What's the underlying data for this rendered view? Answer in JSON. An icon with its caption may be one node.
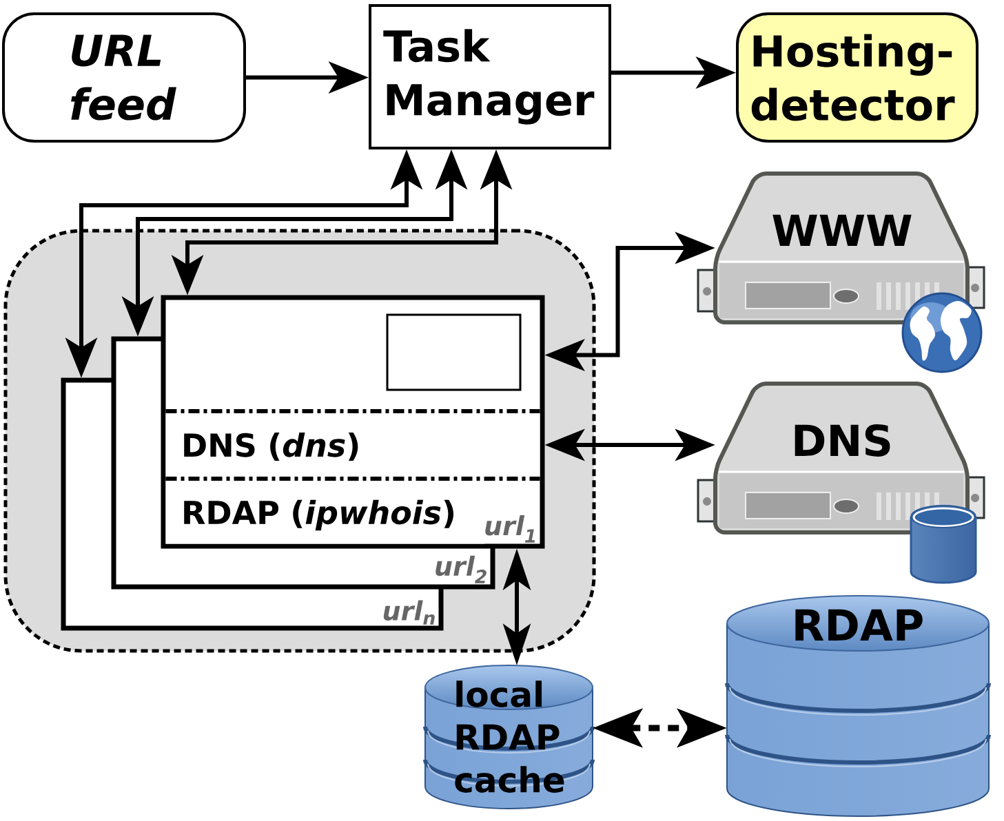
{
  "diagram": {
    "nodes": [
      {
        "text": [
          "URL feed"
        ]
      },
      {
        "text": [
          "Task Manager"
        ]
      },
      {
        "text": [
          "Hosting-detector"
        ]
      },
      {
        "text": [
          "WWW"
        ]
      },
      {
        "text": [],
        "shape": "box"
      },
      {
        "text": [
          "url$_{n}$"
        ],
        "in": 4
      },
      {
        "text": [
          "url$_{2}$"
        ],
        "in": 4
      },
      {
        "text": [
          "url$_{1}$"
        ],
        "in": 4
      },
      {
        "text": [],
        "shape": "box",
        "in": 7
      },
      {
        "text": [
          "DNS (*dns*)"
        ],
        "in": 7
      },
      {
        "text": [
          "RDAP (*ipwhois*)"
        ]
      },
      {
        "text": [
          "DNS"
        ]
      },
      {
        "text": [
          "local RDAP cache"
        ]
      },
      {
        "text": [
          "RDAP"
        ]
      }
    ],
    "edges": [
      {
        "from": 0,
        "to": 1,
        "arrow": "to"
      },
      {
        "from": 1,
        "to": 2,
        "arrow": "to"
      },
      {
        "from": 1,
        "to": 5,
        "arrow": "both"
      },
      {
        "from": 1,
        "to": 6,
        "arrow": "both"
      },
      {
        "from": 1,
        "to": 7,
        "arrow": "both"
      },
      {
        "from": 7,
        "to": 3,
        "arrow": "both"
      },
      {
        "from": 7,
        "to": 11,
        "arrow": "both"
      },
      {
        "from": 7,
        "to": 12,
        "arrow": "both"
      },
      {
        "from": 12,
        "to": 13,
        "arrow": "both",
        "style": "dashed"
      }
    ]
  }
}
